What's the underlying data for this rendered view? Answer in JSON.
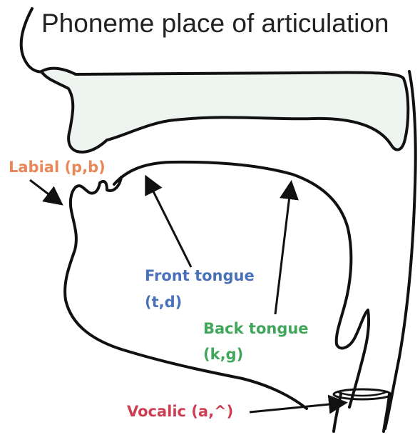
{
  "title": "Phoneme place of articulation",
  "labels": {
    "labial": {
      "text": "Labial (p,b)",
      "color": "#e8885a"
    },
    "front_tongue": {
      "line1": "Front tongue",
      "line2": "(t,d)",
      "color": "#4a72b8"
    },
    "back_tongue": {
      "line1": "Back tongue",
      "line2": "(k,g)",
      "color": "#3fa65a"
    },
    "vocalic": {
      "text": "Vocalic (a,^)",
      "color": "#cc3e52"
    }
  },
  "colors": {
    "fill": "#eef5f0",
    "stroke": "#111111"
  }
}
